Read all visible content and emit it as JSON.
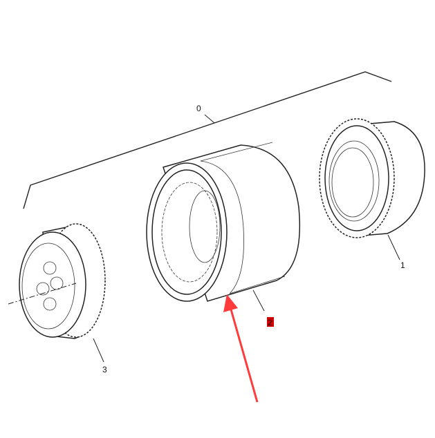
{
  "callouts": [
    {
      "id": "assembly",
      "text": "0"
    },
    {
      "id": "gear-right",
      "text": "1"
    },
    {
      "id": "spline-sleeve",
      "text": "2",
      "highlight_color": "#d40000"
    },
    {
      "id": "gear-left",
      "text": "3"
    }
  ],
  "colors": {
    "line": "#222222",
    "highlight": "#d40000",
    "arrow": "#ff3b3b"
  },
  "arrow_icon": "red-pointer-arrow-icon"
}
